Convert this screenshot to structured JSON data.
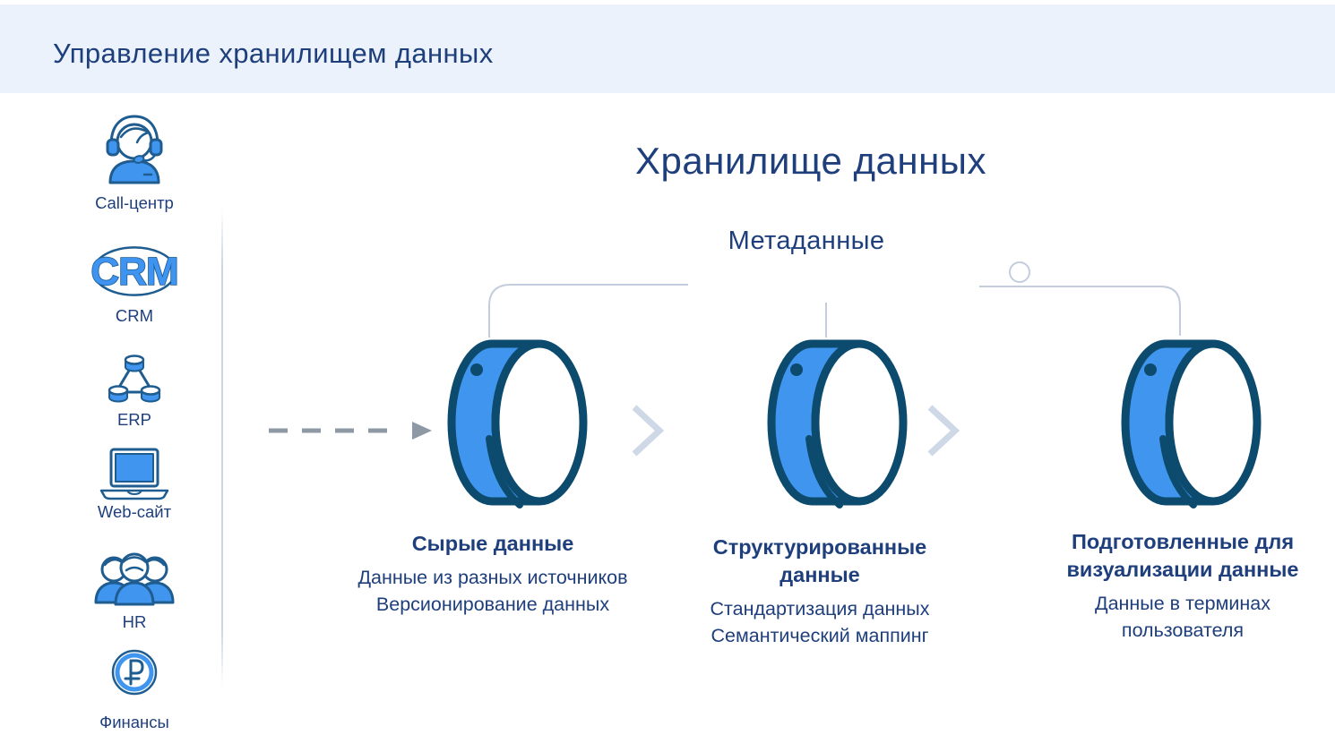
{
  "header": {
    "title": "Управление хранилищем данных"
  },
  "sidebar": {
    "items": [
      {
        "label": "Call-центр",
        "icon": "headset-agent-icon"
      },
      {
        "label": "CRM",
        "icon": "crm-icon"
      },
      {
        "label": "ERP",
        "icon": "erp-network-icon"
      },
      {
        "label": "Web-сайт",
        "icon": "laptop-icon"
      },
      {
        "label": "HR",
        "icon": "people-group-icon"
      },
      {
        "label": "Финансы",
        "icon": "ruble-coin-icon"
      }
    ],
    "crm_icon_text": "CRM"
  },
  "main": {
    "title": "Хранилище данных",
    "metadata_label": "Метаданные",
    "stages": [
      {
        "title": "Сырые данные",
        "lines": [
          "Данные из разных источников",
          "Версионирование данных"
        ]
      },
      {
        "title": "Структурированные данные",
        "lines": [
          "Стандартизация данных",
          "Семантический маппинг"
        ]
      },
      {
        "title": "Подготовленные для визуализации данные",
        "lines": [
          "Данные в терминах",
          "пользователя"
        ]
      }
    ]
  },
  "colors": {
    "header_bg": "#EBF2FC",
    "navy_text": "#1E3F7C",
    "icon_blue": "#4095EE",
    "icon_dark": "#0D4B6E",
    "sidebar_icon_dark": "#1F5C8F",
    "crm_letter_blue": "#3E94F0",
    "connector_gray": "#C3CDDE",
    "chevron_gray": "#CED8E6",
    "dash_arrow_gray": "#8E99A6",
    "divider": "#C9D6E4"
  }
}
